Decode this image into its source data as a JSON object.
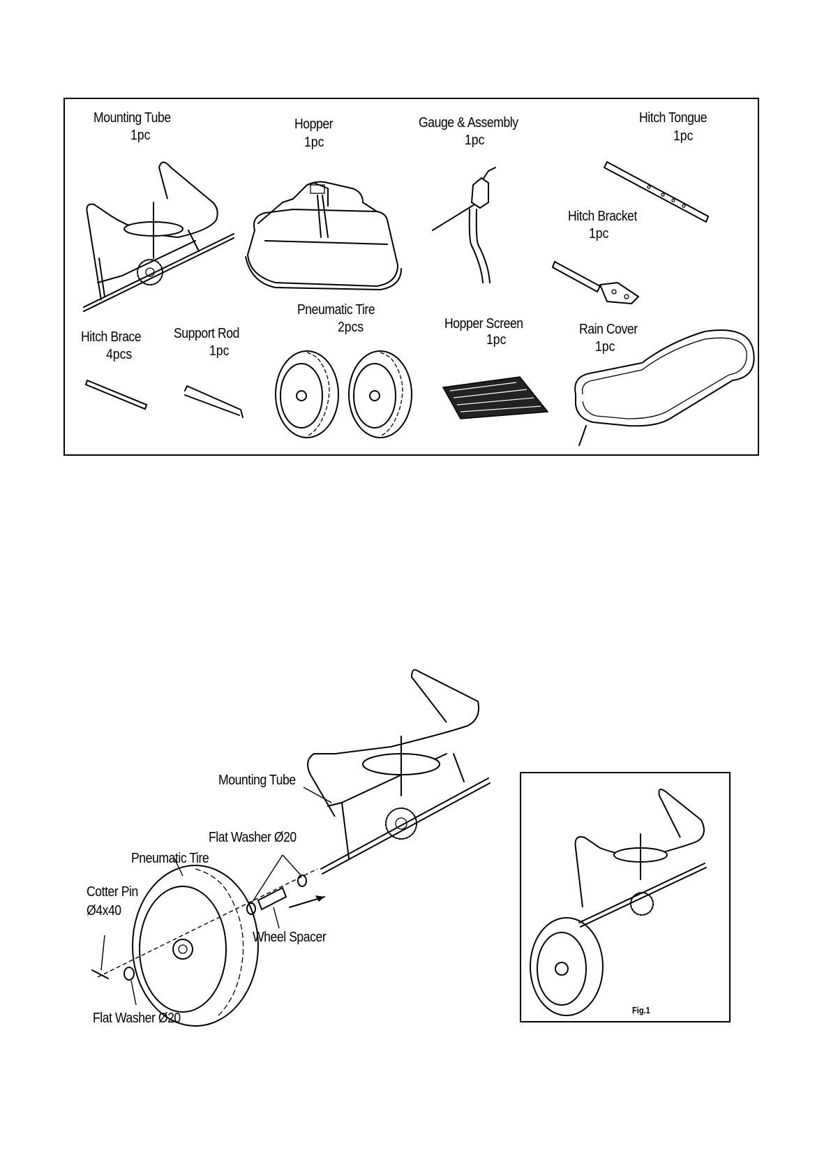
{
  "parts_list": [
    {
      "id": "mounting-tube",
      "name": "Mounting Tube",
      "qty": "1pc"
    },
    {
      "id": "hopper",
      "name": "Hopper",
      "qty": "1pc"
    },
    {
      "id": "gauge-assembly",
      "name": "Gauge & Assembly",
      "qty": "1pc"
    },
    {
      "id": "hitch-tongue",
      "name": "Hitch Tongue",
      "qty": "1pc"
    },
    {
      "id": "hitch-bracket",
      "name": "Hitch Bracket",
      "qty": "1pc"
    },
    {
      "id": "hitch-brace",
      "name": "Hitch Brace",
      "qty": "4pcs"
    },
    {
      "id": "support-rod",
      "name": "Support Rod",
      "qty": "1pc"
    },
    {
      "id": "pneumatic-tire",
      "name": "Pneumatic Tire",
      "qty": "2pcs"
    },
    {
      "id": "hopper-screen",
      "name": "Hopper Screen",
      "qty": "1pc"
    },
    {
      "id": "rain-cover",
      "name": "Rain Cover",
      "qty": "1pc"
    }
  ],
  "assembly_labels": {
    "mounting_tube": "Mounting Tube",
    "flat_washer_top": "Flat Washer Ø20",
    "pneumatic_tire": "Pneumatic Tire",
    "cotter_pin_line1": "Cotter Pin",
    "cotter_pin_line2": "Ø4x40",
    "wheel_spacer": "Wheel Spacer",
    "flat_washer_bottom": "Flat Washer Ø20"
  },
  "figure_caption": "Fig.1"
}
